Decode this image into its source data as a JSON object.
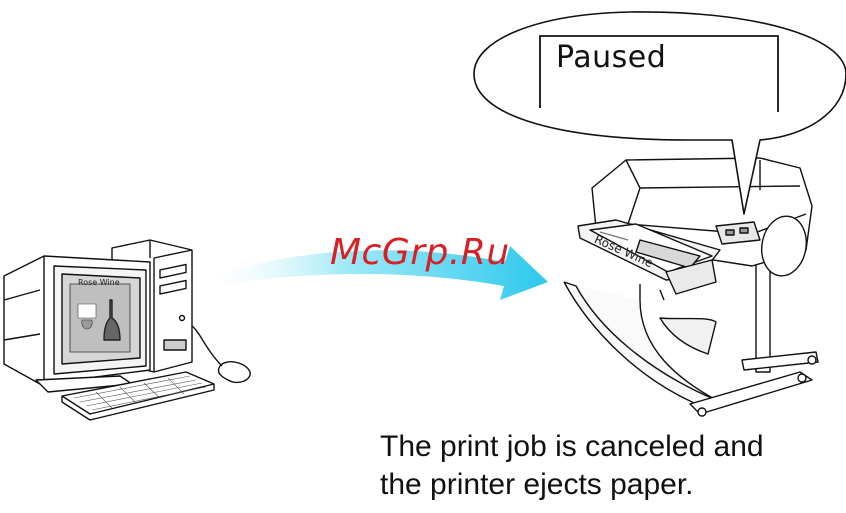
{
  "callout": {
    "status_text": "Paused"
  },
  "caption": {
    "line1": "The print job is canceled and",
    "line2": "the printer ejects paper."
  },
  "watermark": "McGrp.Ru",
  "computer": {
    "screen_label": "Rose Wine"
  },
  "printer": {
    "paper_label": "Rose Wine"
  },
  "colors": {
    "arrow": "#4fd6f0",
    "watermark": "#d71f26",
    "line": "#111111"
  }
}
